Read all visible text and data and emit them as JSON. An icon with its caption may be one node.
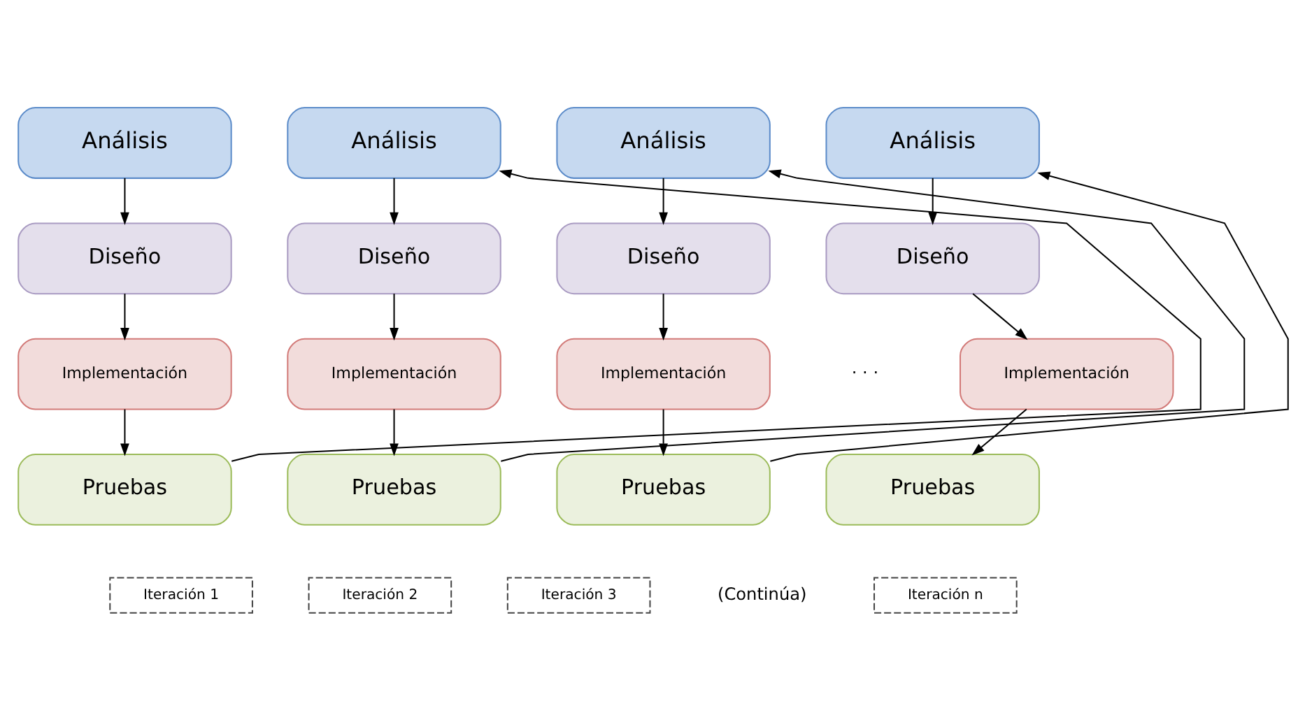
{
  "diagram": {
    "nodes": [
      {
        "text": [
          "Análisis"
        ]
      },
      {
        "text": [
          "Diseño"
        ]
      },
      {
        "text": [
          "Implementación"
        ]
      },
      {
        "text": [
          "Pruebas"
        ]
      },
      {
        "text": [
          "Análisis"
        ]
      },
      {
        "text": [
          "Diseño"
        ]
      },
      {
        "text": [
          "Implementación"
        ]
      },
      {
        "text": [
          "Pruebas"
        ]
      },
      {
        "text": [
          "Análisis"
        ]
      },
      {
        "text": [
          "Diseño"
        ]
      },
      {
        "text": [
          "Implementación"
        ]
      },
      {
        "text": [
          "Pruebas"
        ]
      },
      {
        "text": [
          "Análisis"
        ]
      },
      {
        "text": [
          "Diseño"
        ]
      },
      {
        "text": [
          "Implementación"
        ]
      },
      {
        "text": [
          "Pruebas"
        ]
      },
      {
        "text": [
          "Iteración 1"
        ]
      },
      {
        "text": [
          "Iteración 2"
        ]
      },
      {
        "text": [
          "Iteración 3"
        ]
      },
      {
        "text": [
          "Iteración n"
        ]
      }
    ],
    "edges": [
      {
        "from": 0,
        "to": 1,
        "arrow": "to"
      },
      {
        "from": 1,
        "to": 2,
        "arrow": "to"
      },
      {
        "from": 2,
        "to": 3,
        "arrow": "to"
      },
      {
        "from": 3,
        "to": 4,
        "arrow": "to"
      },
      {
        "from": 4,
        "to": 5,
        "arrow": "to"
      },
      {
        "from": 5,
        "to": 6,
        "arrow": "to"
      },
      {
        "from": 6,
        "to": 7,
        "arrow": "to"
      },
      {
        "from": 7,
        "to": 8,
        "arrow": "to"
      },
      {
        "from": 8,
        "to": 9,
        "arrow": "to"
      },
      {
        "from": 9,
        "to": 10,
        "arrow": "to"
      },
      {
        "from": 10,
        "to": 11,
        "arrow": "to"
      },
      {
        "from": 11,
        "to": 12,
        "arrow": "to"
      },
      {
        "from": 12,
        "to": 13,
        "arrow": "to"
      },
      {
        "from": 13,
        "to": 14,
        "arrow": "to"
      },
      {
        "from": 14,
        "to": 15,
        "arrow": "to"
      }
    ],
    "labels": [
      "· · ·",
      "(Continúa)"
    ]
  }
}
